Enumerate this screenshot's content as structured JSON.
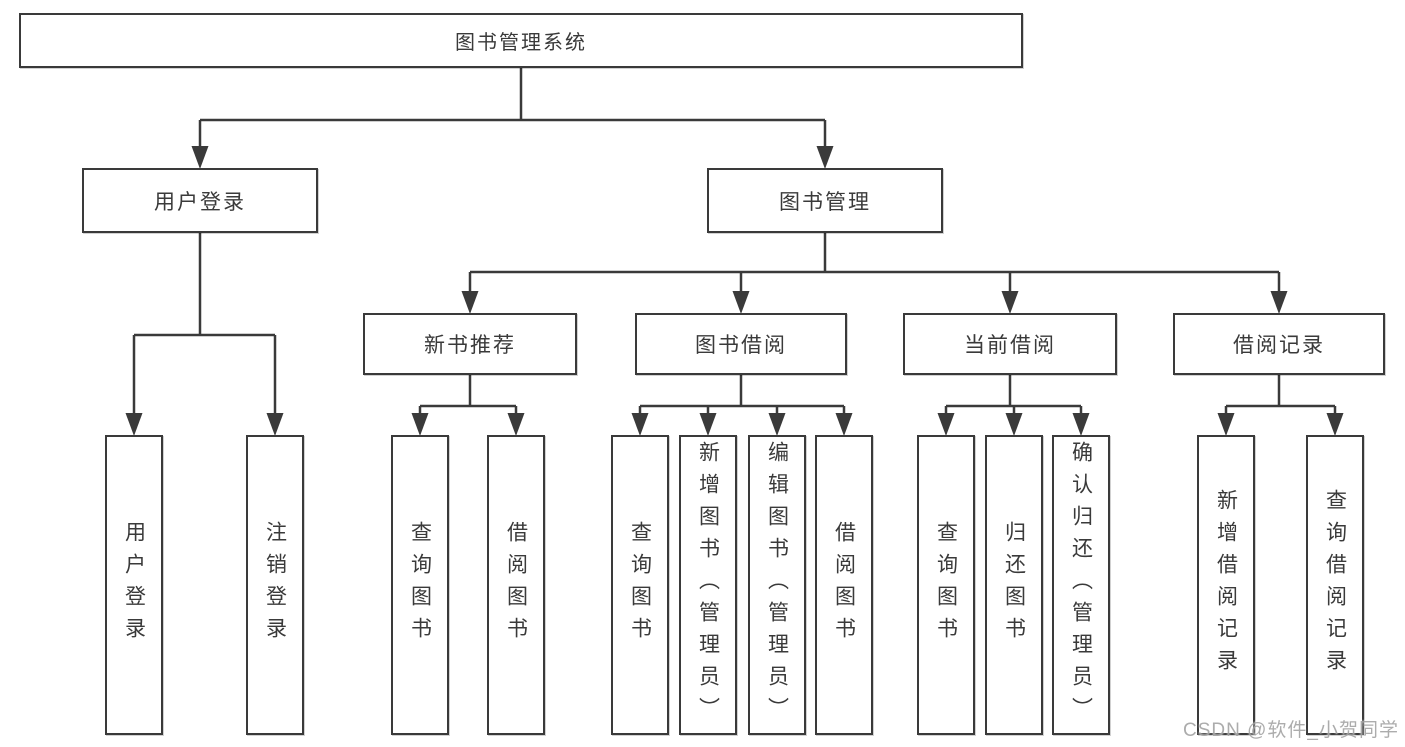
{
  "diagram": {
    "root": {
      "label": "图书管理系统"
    },
    "level2": [
      {
        "label": "用户登录"
      },
      {
        "label": "图书管理"
      }
    ],
    "level3": [
      {
        "label": "新书推荐"
      },
      {
        "label": "图书借阅"
      },
      {
        "label": "当前借阅"
      },
      {
        "label": "借阅记录"
      }
    ],
    "leaves": {
      "user_login": [
        "用户登录",
        "注销登录"
      ],
      "new_book": [
        "查询图书",
        "借阅图书"
      ],
      "book_borrow": [
        "查询图书",
        "新增图书（管理员）",
        "编辑图书（管理员）",
        "借阅图书"
      ],
      "current_borrow": [
        "查询图书",
        "归还图书",
        "确认归还（管理员）"
      ],
      "borrow_records": [
        "新增借阅记录",
        "查询借阅记录"
      ]
    }
  },
  "watermark": {
    "text": "CSDN @软件_小贺同学"
  },
  "colors": {
    "line": "#3a3a3a",
    "text": "#3a3a3a",
    "background": "#ffffff",
    "watermark": "#9e9e9e"
  }
}
